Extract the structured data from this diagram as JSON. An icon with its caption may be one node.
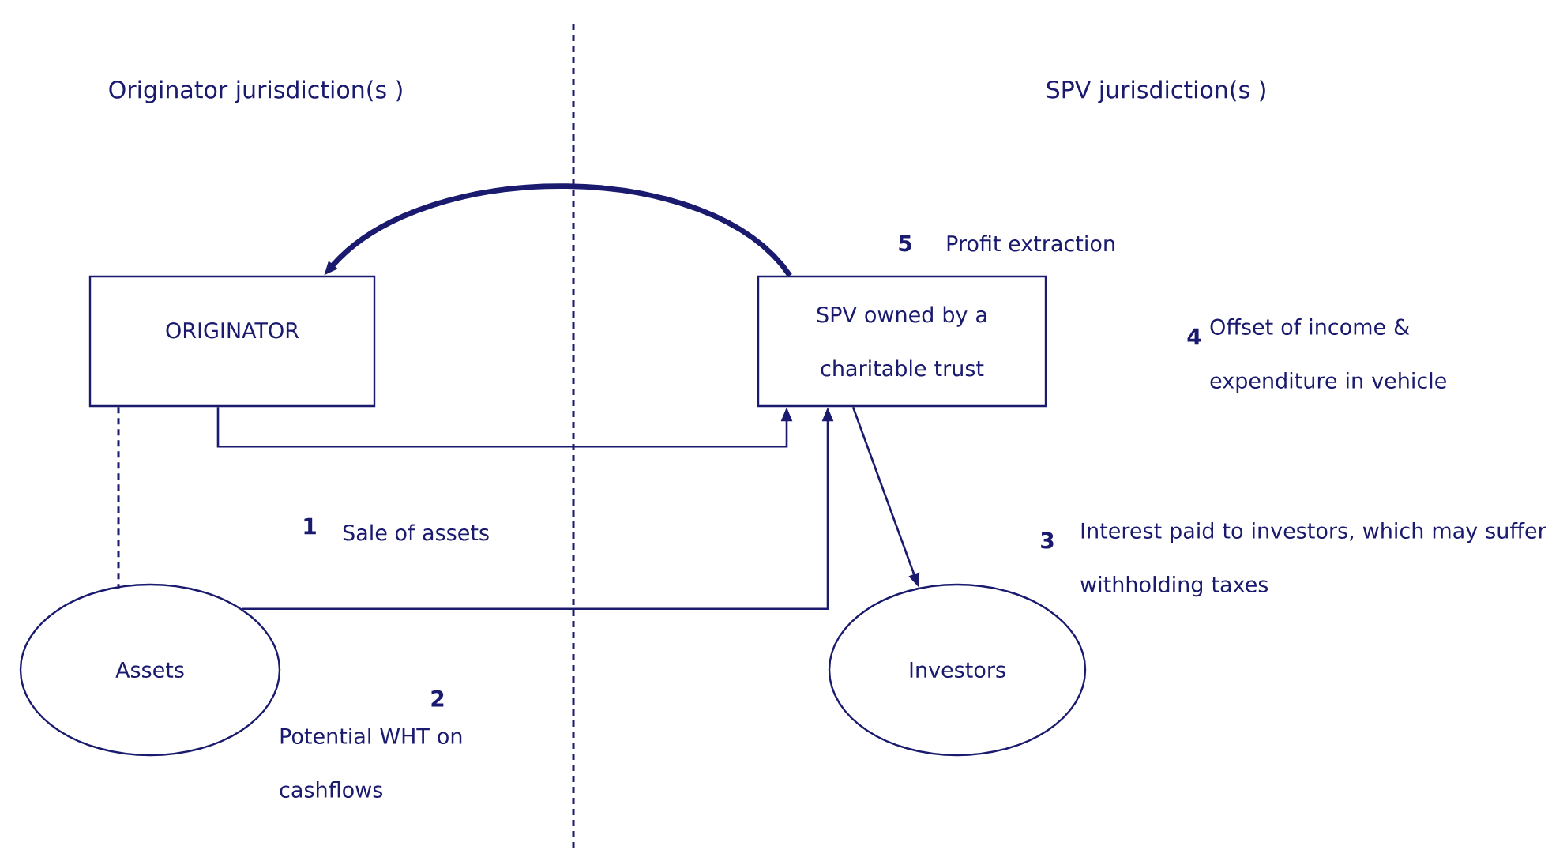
{
  "diagram": {
    "nodes": [
      {
        "text": [
          "ORIGINATOR"
        ]
      },
      {
        "text": [
          "SPV owned by a charitable trust"
        ]
      },
      {
        "text": [
          "Assets"
        ]
      },
      {
        "text": [
          "Investors"
        ]
      }
    ],
    "edges": [
      {
        "from": 1,
        "to": 0,
        "arrow": "to",
        "style": "thick"
      },
      {
        "from": 0,
        "to": 1,
        "arrow": "to"
      },
      {
        "from": 0,
        "to": 2,
        "arrow": "none",
        "style": "dashed"
      },
      {
        "from": 2,
        "to": 1,
        "arrow": "to"
      },
      {
        "from": 1,
        "to": 3,
        "arrow": "to"
      }
    ],
    "labels": [
      "Originator jurisdiction(s )",
      "SPV jurisdiction(s )",
      "5",
      "Profit extraction",
      "4",
      "Offset of income & expenditure in vehicle",
      "1",
      "Sale of assets",
      "3",
      "Interest paid to investors, which may suffer withholding taxes",
      "2",
      "Potential WHT on cashflows"
    ]
  }
}
